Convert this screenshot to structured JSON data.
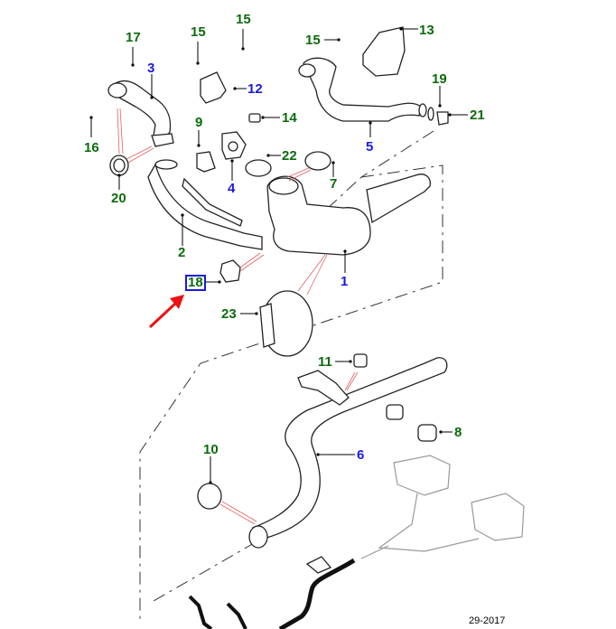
{
  "diagram": {
    "title": "Exhaust system exploded parts diagram",
    "footer_code": "29-2017",
    "selected_part": "18",
    "colors": {
      "callout_green": "#0b6b0b",
      "callout_blue": "#1a1ae0",
      "selection_box": "#1a1ae0",
      "pointer_arrow": "#ee1111",
      "leader_lines_red": "#e06060"
    },
    "callouts": [
      {
        "id": "17",
        "color": "green"
      },
      {
        "id": "15a",
        "label": "15",
        "color": "green"
      },
      {
        "id": "15b",
        "label": "15",
        "color": "green"
      },
      {
        "id": "15c",
        "label": "15",
        "color": "green"
      },
      {
        "id": "13",
        "color": "green"
      },
      {
        "id": "3",
        "color": "blue"
      },
      {
        "id": "12",
        "color": "blue"
      },
      {
        "id": "19",
        "color": "green"
      },
      {
        "id": "21",
        "color": "green"
      },
      {
        "id": "9",
        "color": "green"
      },
      {
        "id": "14",
        "color": "green"
      },
      {
        "id": "16",
        "color": "green"
      },
      {
        "id": "5",
        "color": "blue"
      },
      {
        "id": "22",
        "color": "green"
      },
      {
        "id": "20",
        "color": "green"
      },
      {
        "id": "4",
        "color": "blue"
      },
      {
        "id": "7",
        "color": "green"
      },
      {
        "id": "2",
        "color": "green"
      },
      {
        "id": "18",
        "color": "green",
        "selected": true
      },
      {
        "id": "1",
        "color": "blue"
      },
      {
        "id": "23",
        "color": "green"
      },
      {
        "id": "11",
        "color": "green"
      },
      {
        "id": "8",
        "color": "green"
      },
      {
        "id": "10",
        "color": "green"
      },
      {
        "id": "6",
        "color": "blue"
      }
    ],
    "labels": {
      "c17": "17",
      "c15a": "15",
      "c15b": "15",
      "c15c": "15",
      "c13": "13",
      "c3": "3",
      "c12": "12",
      "c19": "19",
      "c21": "21",
      "c9": "9",
      "c14": "14",
      "c16": "16",
      "c5": "5",
      "c22": "22",
      "c20": "20",
      "c4": "4",
      "c7": "7",
      "c2": "2",
      "c18": "18",
      "c1": "1",
      "c23": "23",
      "c11": "11",
      "c8": "8",
      "c10": "10",
      "c6": "6"
    }
  }
}
